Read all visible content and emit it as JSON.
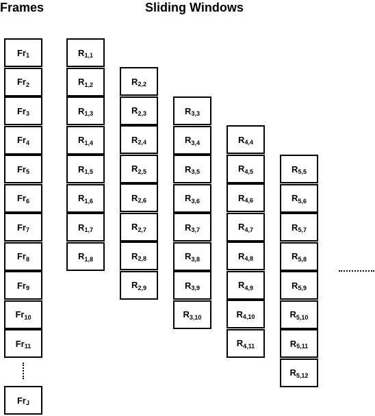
{
  "headings": {
    "frames": "Frames",
    "sliding_windows": "Sliding Windows"
  },
  "frames": [
    {
      "base": "Fr",
      "sub": "1"
    },
    {
      "base": "Fr",
      "sub": "2"
    },
    {
      "base": "Fr",
      "sub": "3"
    },
    {
      "base": "Fr",
      "sub": "4"
    },
    {
      "base": "Fr",
      "sub": "5"
    },
    {
      "base": "Fr",
      "sub": "6"
    },
    {
      "base": "Fr",
      "sub": "7"
    },
    {
      "base": "Fr",
      "sub": "8"
    },
    {
      "base": "Fr",
      "sub": "9"
    },
    {
      "base": "Fr",
      "sub": "10"
    },
    {
      "base": "Fr",
      "sub": "11"
    }
  ],
  "last_frame": {
    "base": "Fr",
    "sub": "J"
  },
  "windows": [
    {
      "cells": [
        {
          "base": "R",
          "sub": "1,1"
        },
        {
          "base": "R",
          "sub": "1,2"
        },
        {
          "base": "R",
          "sub": "1,3"
        },
        {
          "base": "R",
          "sub": "1,4"
        },
        {
          "base": "R",
          "sub": "1,5"
        },
        {
          "base": "R",
          "sub": "1,6"
        },
        {
          "base": "R",
          "sub": "1,7"
        },
        {
          "base": "R",
          "sub": "1,8"
        }
      ]
    },
    {
      "cells": [
        {
          "base": "R",
          "sub": "2,2"
        },
        {
          "base": "R",
          "sub": "2,3"
        },
        {
          "base": "R",
          "sub": "2,4"
        },
        {
          "base": "R",
          "sub": "2,5"
        },
        {
          "base": "R",
          "sub": "2,6"
        },
        {
          "base": "R",
          "sub": "2,7"
        },
        {
          "base": "R",
          "sub": "2,8"
        },
        {
          "base": "R",
          "sub": "2,9"
        }
      ]
    },
    {
      "cells": [
        {
          "base": "R",
          "sub": "3,3"
        },
        {
          "base": "R",
          "sub": "3,4"
        },
        {
          "base": "R",
          "sub": "3,5"
        },
        {
          "base": "R",
          "sub": "3,6"
        },
        {
          "base": "R",
          "sub": "3,7"
        },
        {
          "base": "R",
          "sub": "3,8"
        },
        {
          "base": "R",
          "sub": "3,9"
        },
        {
          "base": "R",
          "sub": "3,10"
        }
      ]
    },
    {
      "cells": [
        {
          "base": "R",
          "sub": "4,4"
        },
        {
          "base": "R",
          "sub": "4,5"
        },
        {
          "base": "R",
          "sub": "4,6"
        },
        {
          "base": "R",
          "sub": "4,7"
        },
        {
          "base": "R",
          "sub": "4,8"
        },
        {
          "base": "R",
          "sub": "4,9"
        },
        {
          "base": "R",
          "sub": "4,10"
        },
        {
          "base": "R",
          "sub": "4,11"
        }
      ]
    },
    {
      "cells": [
        {
          "base": "R",
          "sub": "5,5"
        },
        {
          "base": "R",
          "sub": "5,6"
        },
        {
          "base": "R",
          "sub": "5,7"
        },
        {
          "base": "R",
          "sub": "5,8"
        },
        {
          "base": "R",
          "sub": "5,9"
        },
        {
          "base": "R",
          "sub": "5,10"
        },
        {
          "base": "R",
          "sub": "5,11"
        },
        {
          "base": "R",
          "sub": "5,12"
        }
      ]
    }
  ]
}
